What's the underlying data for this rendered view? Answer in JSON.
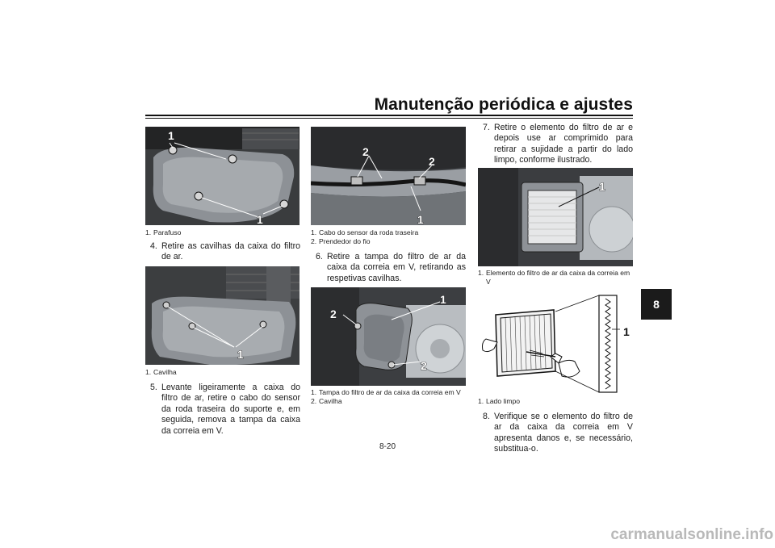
{
  "header": {
    "title": "Manutenção periódica e ajustes"
  },
  "chapter_tab": "8",
  "page_number": "8-20",
  "watermark": "carmanualsonline.info",
  "figures": {
    "fig1": {
      "callouts": [
        "1",
        "1"
      ],
      "captions": [
        {
          "n": "1.",
          "text": "Parafuso"
        }
      ]
    },
    "fig2": {
      "callouts": [
        "1"
      ],
      "captions": [
        {
          "n": "1.",
          "text": "Cavilha"
        }
      ]
    },
    "fig3": {
      "callouts": [
        "2",
        "2",
        "1"
      ],
      "captions": [
        {
          "n": "1.",
          "text": "Cabo do sensor da roda traseira"
        },
        {
          "n": "2.",
          "text": "Prendedor do fio"
        }
      ]
    },
    "fig4": {
      "callouts": [
        "1",
        "2",
        "2"
      ],
      "captions": [
        {
          "n": "1.",
          "text": "Tampa do filtro de ar da caixa da correia em V"
        },
        {
          "n": "2.",
          "text": "Cavilha"
        }
      ]
    },
    "fig5": {
      "callouts": [
        "1"
      ],
      "captions": [
        {
          "n": "1.",
          "text": "Elemento do filtro de ar da caixa da correia em V"
        }
      ]
    },
    "fig6": {
      "callouts": [
        "1"
      ],
      "captions": [
        {
          "n": "1.",
          "text": "Lado limpo"
        }
      ]
    }
  },
  "steps": [
    {
      "n": "4.",
      "text": "Retire as cavilhas da caixa do filtro de ar."
    },
    {
      "n": "5.",
      "text": "Levante ligeiramente a caixa do filtro de ar, retire o cabo do sensor da roda traseira do suporte e, em seguida, remova a tampa da caixa da correia em V."
    },
    {
      "n": "6.",
      "text": "Retire a tampa do filtro de ar da caixa da correia em V, retirando as respetivas cavilhas."
    },
    {
      "n": "7.",
      "text": "Retire o elemento do filtro de ar e depois use ar comprimido para retirar a sujidade a partir do lado limpo, conforme ilustrado."
    },
    {
      "n": "8.",
      "text": "Verifique se o elemento do filtro de ar da caixa da correia em V apresenta danos e, se necessário, substitua-o."
    }
  ],
  "colors": {
    "ink": "#1a1a1a",
    "tab_bg": "#1b1b1b",
    "photo_dark": "#2d2f31",
    "watermark": "#b9b9b9"
  }
}
